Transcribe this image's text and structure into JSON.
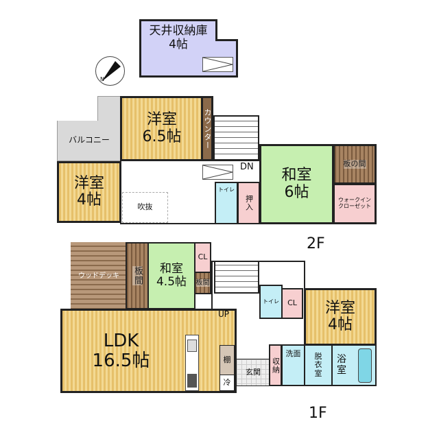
{
  "compass": {
    "label": "N"
  },
  "attic": {
    "name": "天井収納庫",
    "size": "4帖"
  },
  "floor2": {
    "label": "2F",
    "balcony": "バルコニー",
    "western_a": {
      "name": "洋室",
      "size": "6.5帖"
    },
    "counter": "カウンター",
    "western_b": {
      "name": "洋室",
      "size": "4帖"
    },
    "void": "吹抜",
    "stairs_label": "DN",
    "toilet": "トイレ",
    "closet": "押入",
    "japanese": {
      "name": "和室",
      "size": "6帖"
    },
    "wood_floor": "板の間",
    "walkin": "ウォークインクローゼット"
  },
  "floor1": {
    "label": "1F",
    "deck": "ウッドデッキ",
    "wood_floor_a": "板間",
    "japanese": {
      "name": "和室",
      "size": "4.5帖"
    },
    "cl_a": "CL",
    "wood_floor_b": "板間",
    "stairs_label": "UP",
    "ldk": {
      "name": "LDK",
      "size": "16.5帖"
    },
    "shelf": "棚",
    "fridge": "冷",
    "entrance": "玄関",
    "toilet": "トイレ",
    "cl_b": "CL",
    "western": {
      "name": "洋室",
      "size": "4帖"
    },
    "storage": "収納",
    "washroom": "洗面",
    "dressing": "脱衣室",
    "bath": "浴室"
  },
  "colors": {
    "wood": "#e6c06a",
    "tatami": "#c6efb0",
    "closet": "#f7cfd0",
    "wet": "#c4eef6",
    "attic": "#d2d2f7",
    "board": "#7a5a3e",
    "balcony": "#d9d9d9"
  }
}
